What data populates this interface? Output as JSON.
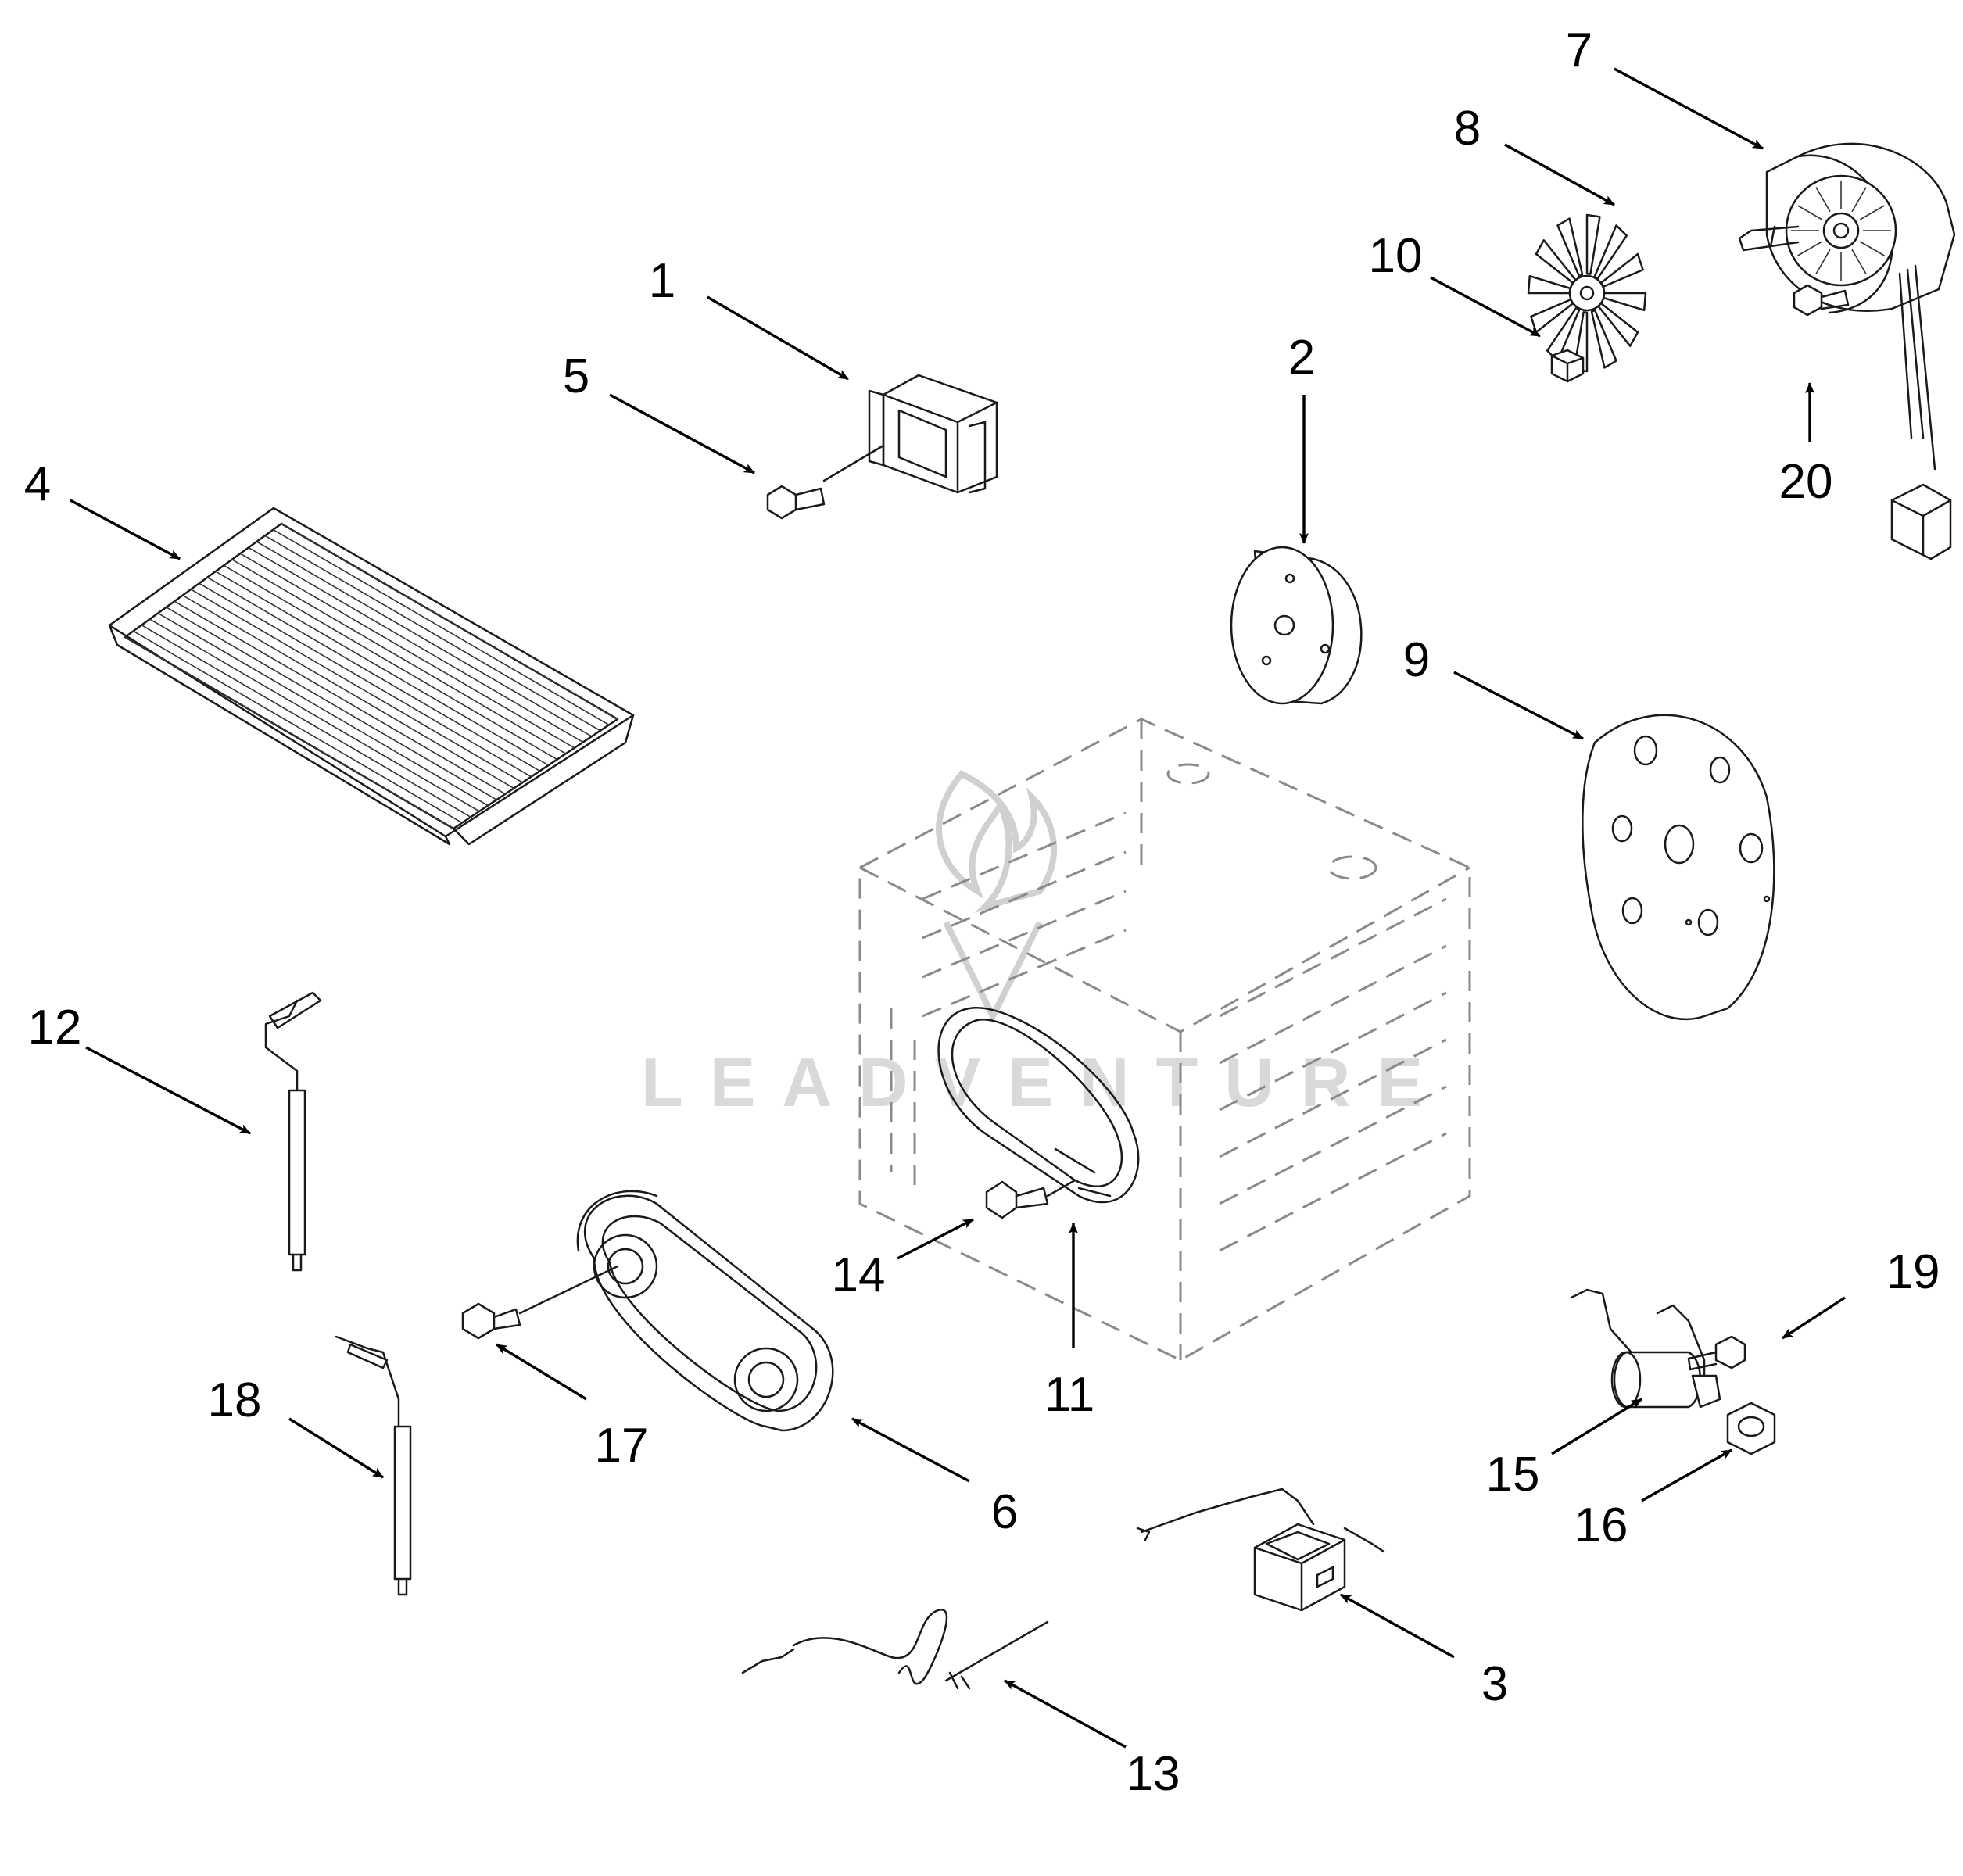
{
  "diagram": {
    "watermark_text": "LEADVENTURE",
    "callouts": [
      {
        "id": "1",
        "label": "1"
      },
      {
        "id": "2",
        "label": "2"
      },
      {
        "id": "3",
        "label": "3"
      },
      {
        "id": "4",
        "label": "4"
      },
      {
        "id": "5",
        "label": "5"
      },
      {
        "id": "6",
        "label": "6"
      },
      {
        "id": "7",
        "label": "7"
      },
      {
        "id": "8",
        "label": "8"
      },
      {
        "id": "9",
        "label": "9"
      },
      {
        "id": "10",
        "label": "10"
      },
      {
        "id": "11",
        "label": "11"
      },
      {
        "id": "12",
        "label": "12"
      },
      {
        "id": "13",
        "label": "13"
      },
      {
        "id": "14",
        "label": "14"
      },
      {
        "id": "15",
        "label": "15"
      },
      {
        "id": "16",
        "label": "16"
      },
      {
        "id": "17",
        "label": "17"
      },
      {
        "id": "18",
        "label": "18"
      },
      {
        "id": "19",
        "label": "19"
      },
      {
        "id": "20",
        "label": "20"
      }
    ],
    "colors": {
      "line": "#1a1a1a",
      "hidden_line": "#8a8a8a",
      "watermark": "#d9d9d9",
      "background": "#ffffff"
    }
  }
}
